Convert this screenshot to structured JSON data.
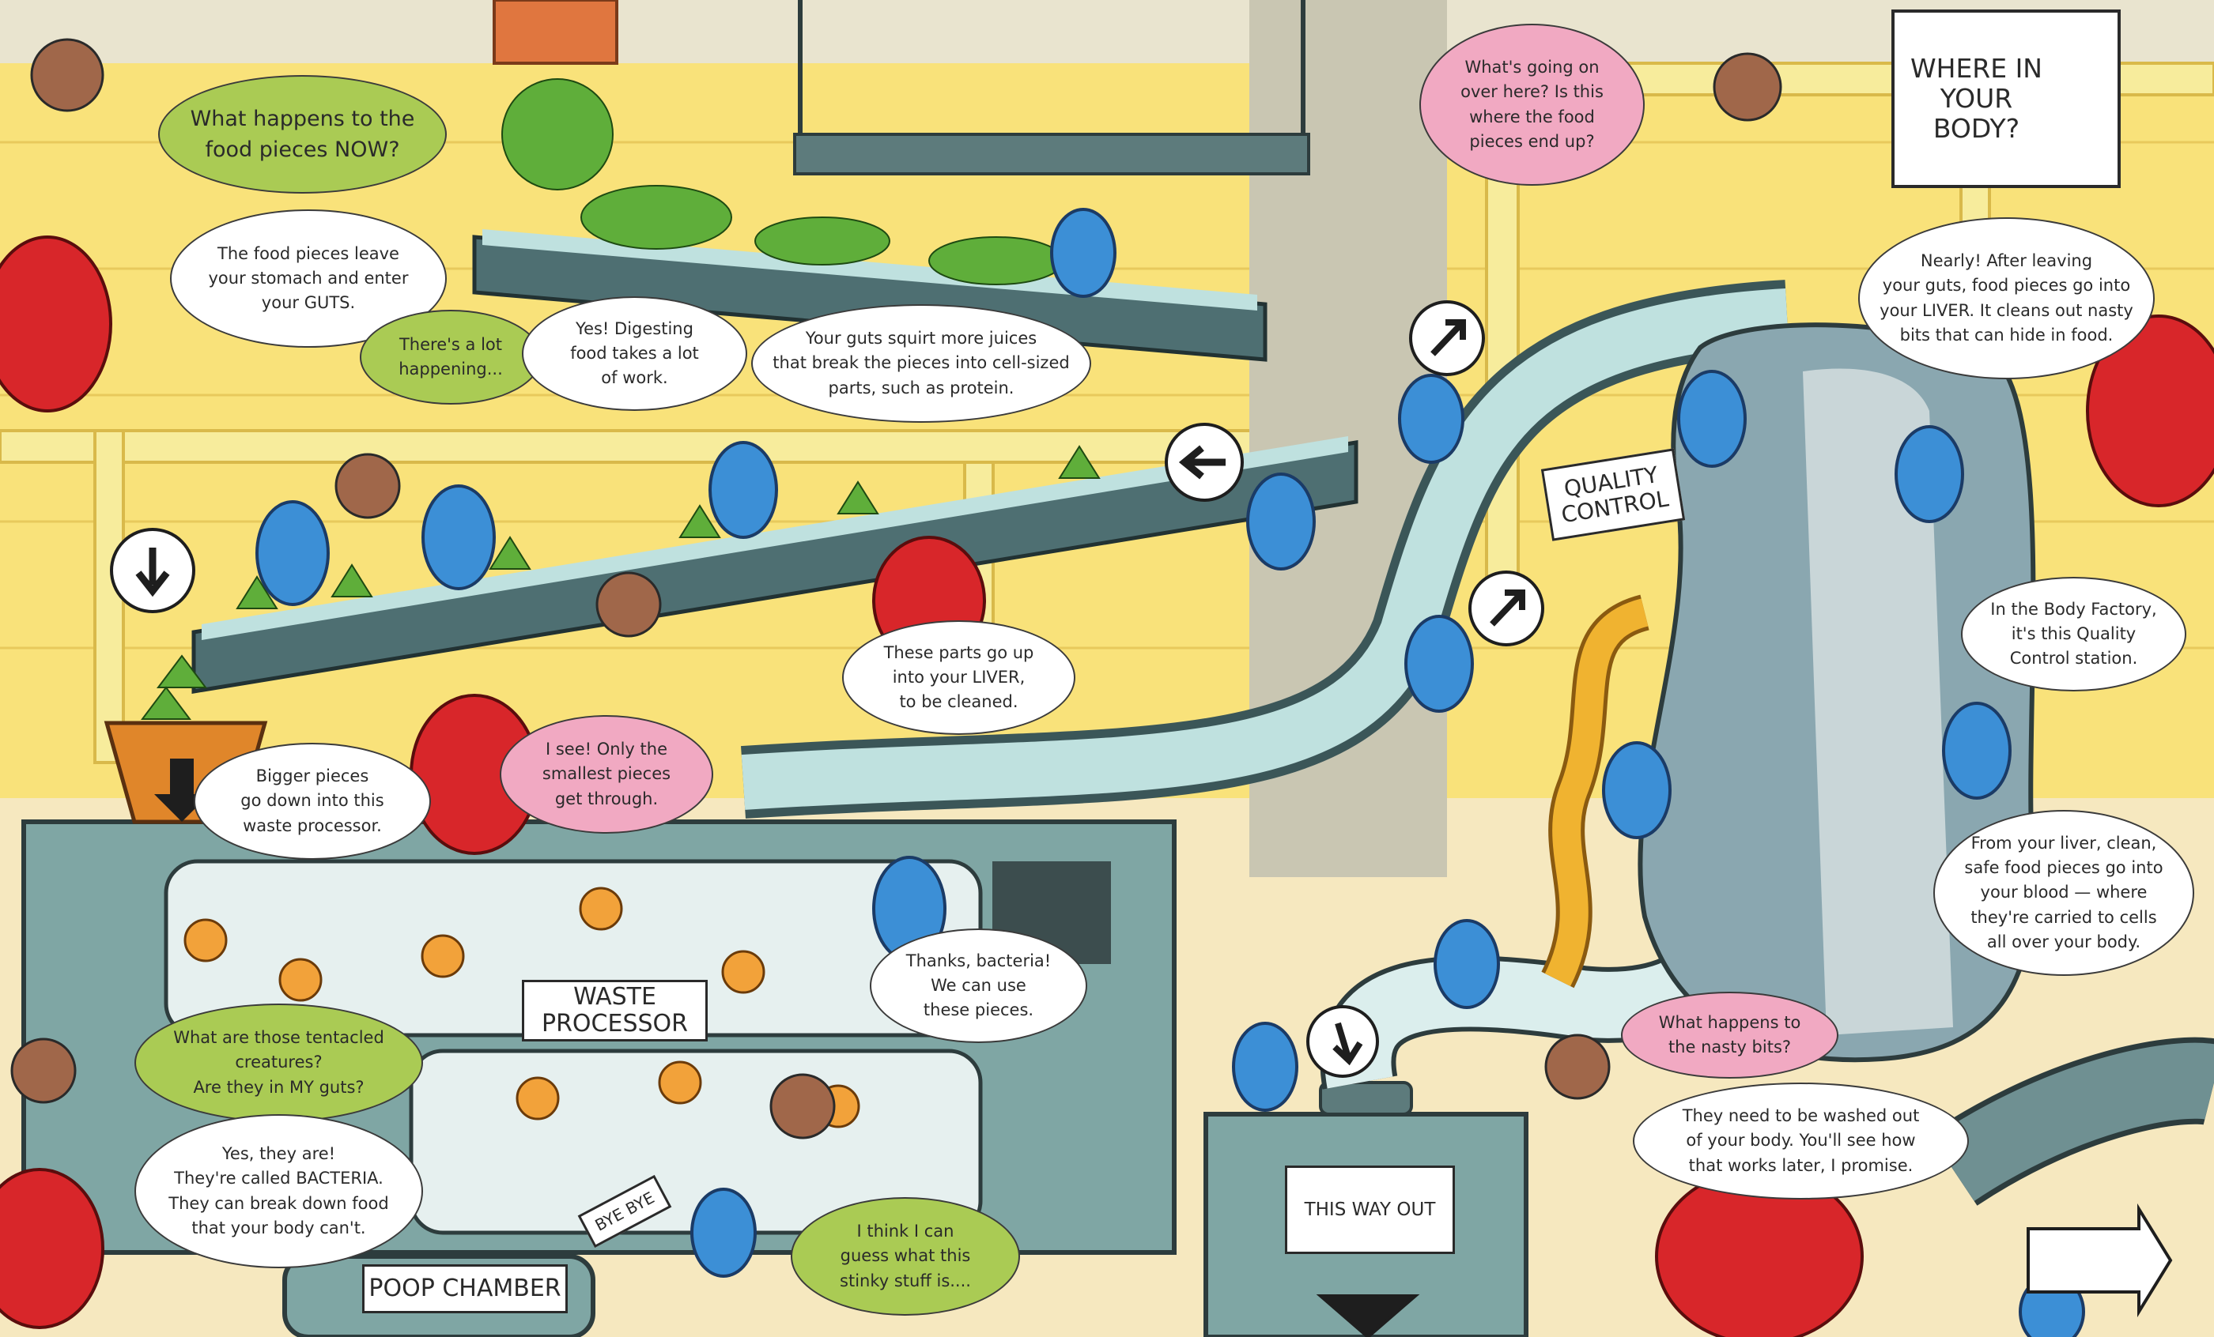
{
  "colors": {
    "wall": "#f9e27a",
    "pipe": "#f7ec9c",
    "floor": "#f6e8bf",
    "pillar": "#c9c6b2",
    "machine": "#7fa6a4",
    "machine_dark": "#476766",
    "conveyor": "#4e6f72",
    "belt": "#bfe1df",
    "helper_blue": "#3c8fd6",
    "helmet": "#f08a4c",
    "owl_red": "#d8262a",
    "food_green": "#5fae3a",
    "tube_yellow": "#f0b330",
    "bubble_green": "#aacb54",
    "bubble_pink": "#f1a9c2"
  },
  "corner_title": "WHERE IN\nYOUR\nBODY?",
  "signs": {
    "quality_control": "QUALITY\nCONTROL",
    "waste_processor": "WASTE\nPROCESSOR",
    "poop_chamber": "POOP CHAMBER",
    "this_way_out": "THIS WAY OUT",
    "bye_bye": "BYE BYE"
  },
  "bubbles": {
    "heading": "What happens to the\nfood pieces NOW?",
    "guts_intro": "The food pieces leave\nyour stomach and enter\nyour GUTS.",
    "lot_happening": "There's a lot\nhappening...",
    "digesting": "Yes! Digesting\nfood takes a lot\nof work.",
    "juices": "Your guts squirt more juices\nthat break the pieces into cell-sized\nparts, such as protein.",
    "end_up": "What's going on\nover here? Is this\nwhere the food\npieces end up?",
    "liver": "Nearly! After leaving\nyour guts, food pieces go into\nyour LIVER. It cleans out nasty\nbits that can hide in food.",
    "cleaned": "These parts go up\ninto your LIVER,\nto be cleaned.",
    "quality_station": "In the Body Factory,\nit's this Quality\nControl station.",
    "bigger_pieces": "Bigger pieces\ngo down into this\nwaste processor.",
    "smallest": "I see! Only the\nsmallest pieces\nget through.",
    "thanks": "Thanks, bacteria!\nWe can use\nthese pieces.",
    "blood": "From your liver, clean,\nsafe food pieces go into\nyour blood — where\nthey're carried to cells\nall over your body.",
    "tentacled": "What are those tentacled\ncreatures?\nAre they in MY guts?",
    "bacteria": "Yes, they are!\nThey're called BACTERIA.\nThey can break down food\nthat your body can't.",
    "nasty_bits": "What happens to\nthe nasty bits?",
    "washed_out": "They need to be washed out\nof your body. You'll see how\nthat works later, I promise.",
    "stinky": "I think I can\nguess what this\nstinky stuff is...."
  }
}
